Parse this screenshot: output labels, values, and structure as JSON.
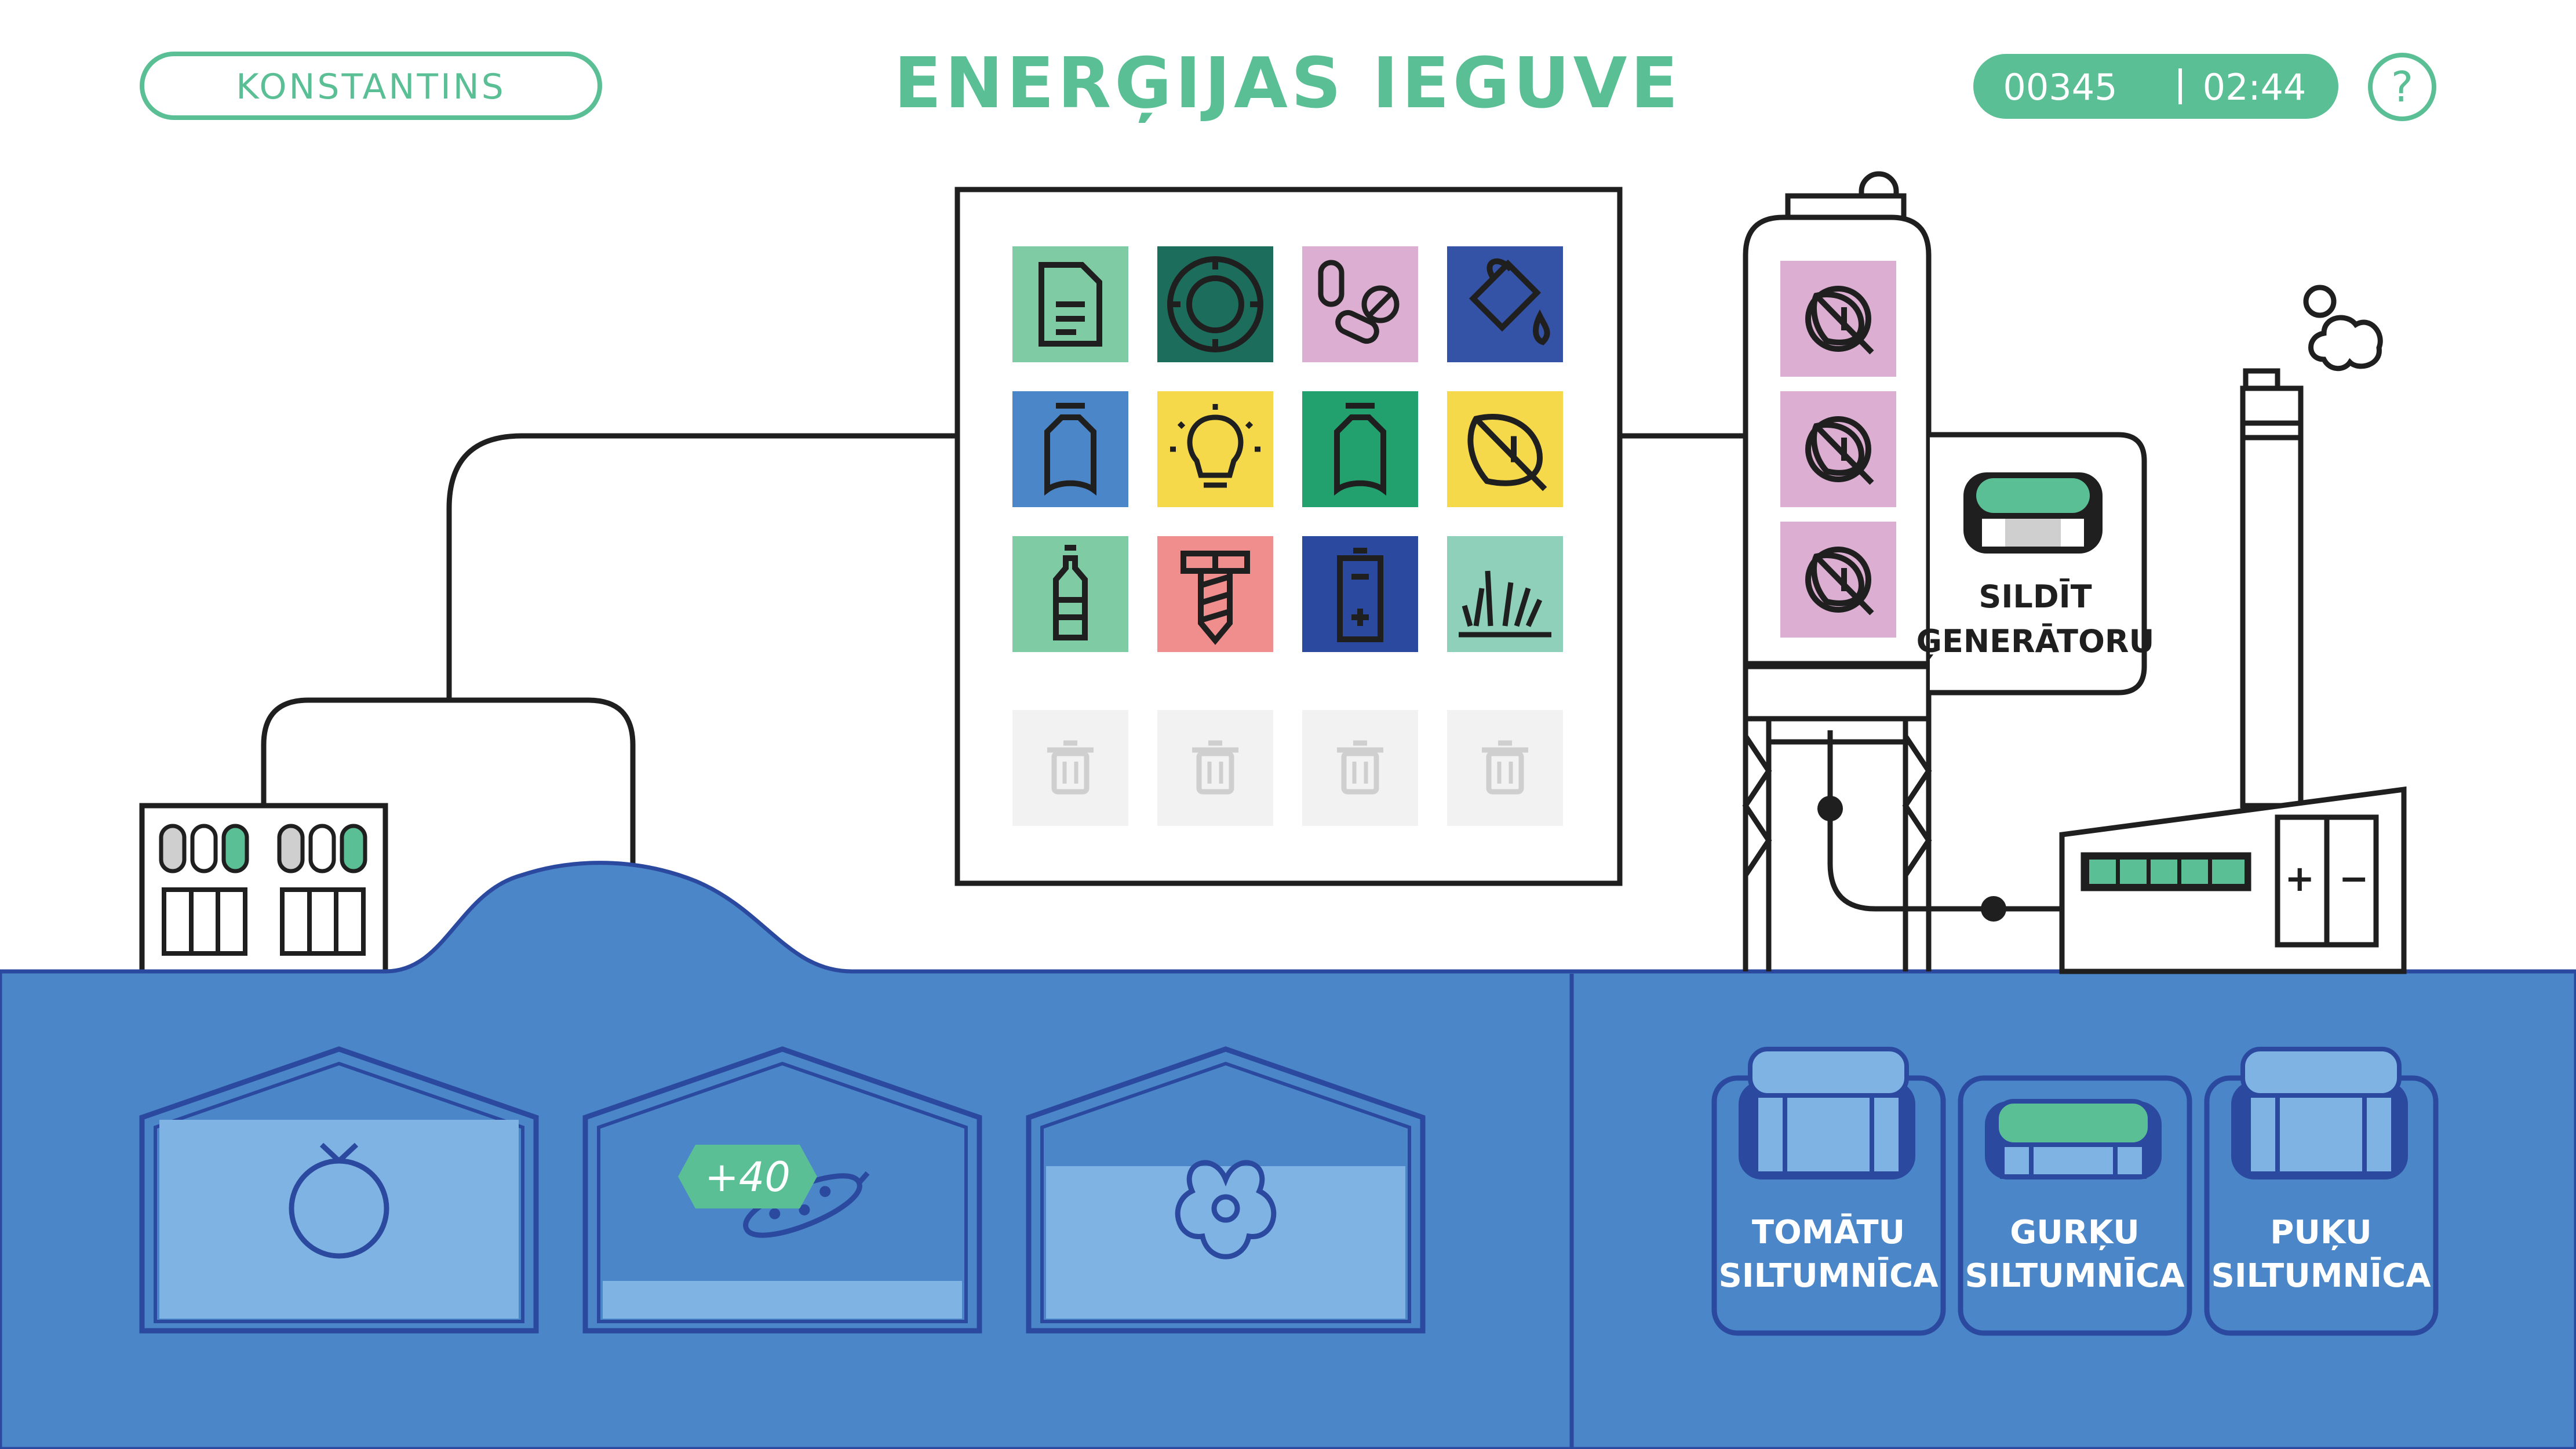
{
  "player": {
    "name": "KONSTANTINS"
  },
  "title": "ENERĢIJAS IEGUVE",
  "score": "00345",
  "timer": "02:44",
  "help_label": "?",
  "colors": {
    "accent_green": "#5bbf96",
    "water_blue": "#4a86c8",
    "light_blue": "#7fb3e3",
    "outline": "#1f1f1f",
    "navy": "#2b4a9f"
  },
  "sorting_grid": {
    "items": [
      {
        "icon": "document-icon",
        "color": "#7fcba3"
      },
      {
        "icon": "tire-icon",
        "color": "#1d6d5c"
      },
      {
        "icon": "pills-icon",
        "color": "#dcaed2"
      },
      {
        "icon": "paint-bucket-icon",
        "color": "#3553a6"
      },
      {
        "icon": "bottle-icon",
        "color": "#4a86c8"
      },
      {
        "icon": "lightbulb-icon",
        "color": "#f6d94a"
      },
      {
        "icon": "bottle-icon",
        "color": "#22a06e"
      },
      {
        "icon": "leaf-icon",
        "color": "#f6d94a"
      },
      {
        "icon": "small-bottle-icon",
        "color": "#7fcba3"
      },
      {
        "icon": "screw-icon",
        "color": "#f08e8e"
      },
      {
        "icon": "battery-icon",
        "color": "#2b4a9f"
      },
      {
        "icon": "grass-icon",
        "color": "#8fd0bb"
      }
    ],
    "trash_slots": 4
  },
  "generator_queue": {
    "items": [
      "leaf-icon",
      "leaf-icon",
      "leaf-icon"
    ],
    "color": "#dcaed2"
  },
  "heat_generator_button": {
    "line1": "SILDĪT",
    "line2": "ĢENERĀTORU"
  },
  "greenhouses": [
    {
      "icon": "tomato-icon",
      "fill_level": 0.85
    },
    {
      "icon": "cucumber-icon",
      "fill_level": 0.15,
      "badge": "+40"
    },
    {
      "icon": "flower-icon",
      "fill_level": 0.72
    }
  ],
  "greenhouse_buttons": [
    {
      "line1": "TOMĀTU",
      "line2": "SILTUMNĪCA",
      "active": false
    },
    {
      "line1": "GURĶU",
      "line2": "SILTUMNĪCA",
      "active": true
    },
    {
      "line1": "PUĶU",
      "line2": "SILTUMNĪCA",
      "active": false
    }
  ],
  "battery_signs": "+ −"
}
